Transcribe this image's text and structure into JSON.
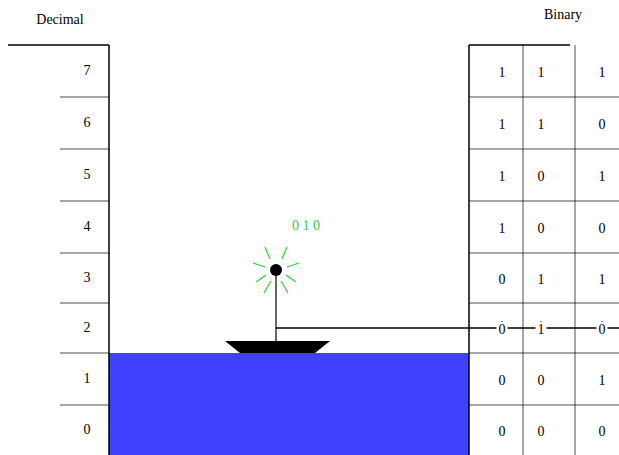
{
  "diagram": {
    "labels": [
      "Decimal",
      "Binary",
      "7",
      "6",
      "5",
      "4",
      "3",
      "2",
      "1",
      "0",
      "1",
      "1",
      "1",
      "1",
      "1",
      "0",
      "1",
      "0",
      "1",
      "1",
      "0",
      "0",
      "0",
      "1",
      "1",
      "0",
      "1",
      "0",
      "0",
      "0",
      "1",
      "0",
      "0",
      "0",
      "0 1 0"
    ]
  }
}
